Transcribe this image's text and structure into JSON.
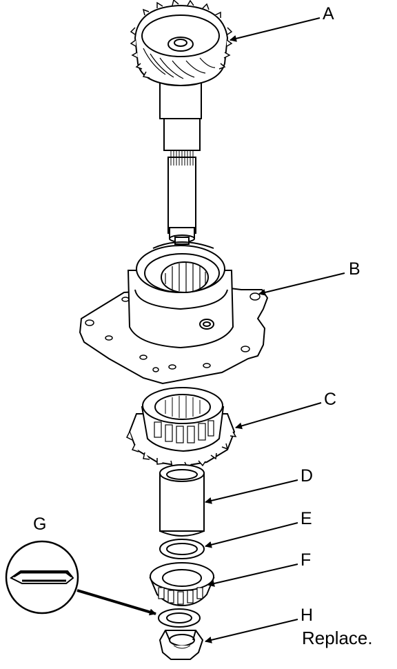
{
  "callouts": {
    "a": "A",
    "b": "B",
    "c": "C",
    "d": "D",
    "e": "E",
    "f": "F",
    "g": "G",
    "h": "H",
    "h_note": "Replace."
  },
  "colors": {
    "line": "#000000",
    "fill": "#ffffff",
    "shade": "#cfcfcf"
  }
}
